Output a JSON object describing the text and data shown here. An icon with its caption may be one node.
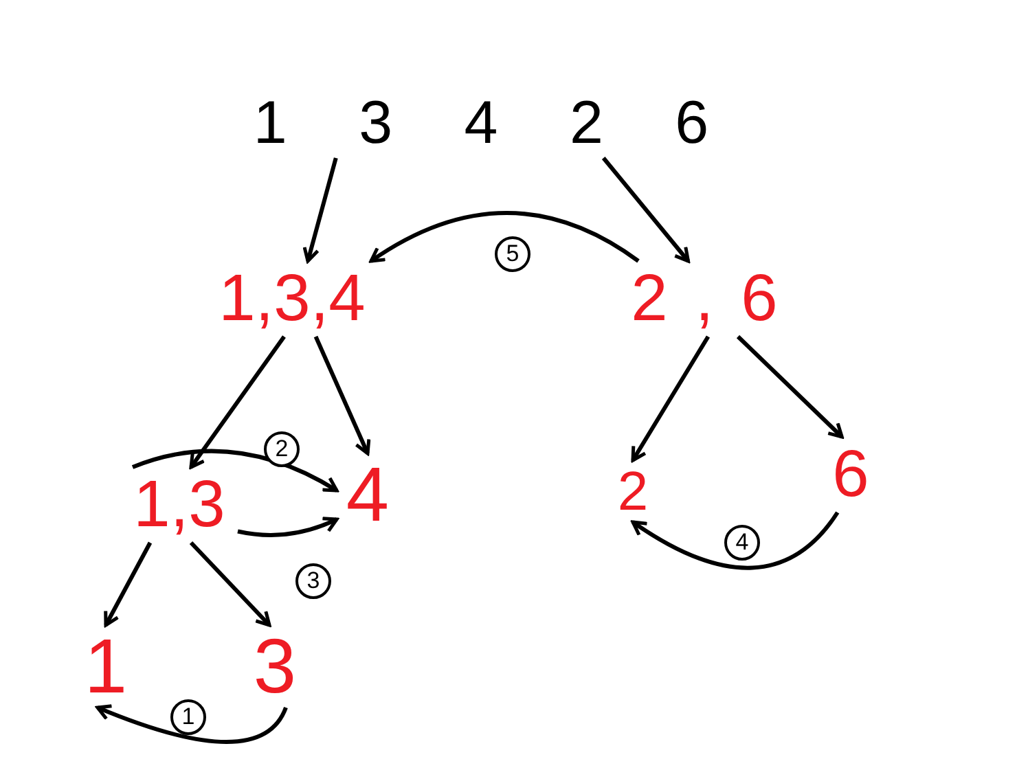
{
  "diagram": {
    "nodes": [
      {
        "text": [
          "1 3 4 2 6"
        ]
      },
      {
        "text": [
          "1,3,4"
        ]
      },
      {
        "text": [
          "2,6"
        ]
      },
      {
        "text": [
          "1,3"
        ]
      },
      {
        "text": [
          "4"
        ]
      },
      {
        "text": [
          "2"
        ]
      },
      {
        "text": [
          "6"
        ]
      },
      {
        "text": [
          "1"
        ]
      },
      {
        "text": [
          "3"
        ]
      }
    ],
    "edges": [
      {
        "from": 0,
        "to": 1,
        "arrow": "to"
      },
      {
        "from": 0,
        "to": 2,
        "arrow": "to"
      },
      {
        "from": 1,
        "to": 3,
        "arrow": "to"
      },
      {
        "from": 1,
        "to": 4,
        "arrow": "to"
      },
      {
        "from": 3,
        "to": 7,
        "arrow": "to"
      },
      {
        "from": 3,
        "to": 8,
        "arrow": "to"
      },
      {
        "from": 2,
        "to": 5,
        "arrow": "to"
      },
      {
        "from": 2,
        "to": 6,
        "arrow": "to"
      },
      {
        "from": 8,
        "to": 7,
        "arrow": "to",
        "label": "1"
      },
      {
        "from": 3,
        "to": 4,
        "arrow": "to",
        "label": "2"
      },
      {
        "from": 3,
        "to": 4,
        "arrow": "to",
        "label": "3"
      },
      {
        "from": 6,
        "to": 5,
        "arrow": "to",
        "label": "4"
      },
      {
        "from": 2,
        "to": 1,
        "arrow": "to",
        "label": "5"
      }
    ]
  }
}
